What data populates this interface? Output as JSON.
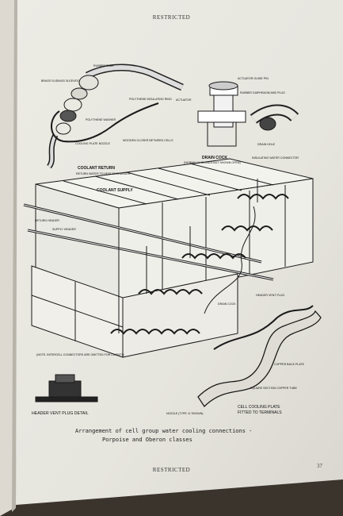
{
  "page": {
    "header": "RESTRICTED",
    "footer": "RESTRICTED",
    "page_number": "37",
    "caption_line1": "Arrangement of cell group water cooling connections -",
    "caption_line2": "Porpoise and Oberon classes"
  },
  "diagram": {
    "labels": {
      "rubber_tube": "RUBBER TUBE",
      "brass_slidings": "BRASS SLIDINGS SLEEVES",
      "polythene_ring": "POLYTHENE INSULATING RING",
      "polythene_washer": "POLYTHENE WASHER",
      "cooling_plate_nozzle": "COOLING PLATE NOZZLE",
      "actuator": "ACTUATOR",
      "actuator_guide_pin": "ACTUATOR GUIDE PIN",
      "rubber_diaphragm": "RUBBER DIAPHRAGM AND PLUG",
      "wooden_closer": "WOODEN CLOSER BETWEEN CELLS",
      "drain_hole": "DRAIN HOLE",
      "drain_cock": "DRAIN COCK",
      "drain_cock_note": "(NORMALLY CLOSED BUT SHOWN OPEN)",
      "insulating_connector": "INSULATING WATER CONNECTOR",
      "coolant_return": "COOLANT RETURN",
      "coolant_return_note": "RETURN WATER TO HEAT EXCHANGER",
      "coolant_supply": "COOLANT SUPPLY",
      "return_header": "RETURN HEADER",
      "supply_header": "SUPPLY HEADER",
      "drain_cock_2": "DRAIN COCK",
      "header_vent_plug": "HEADER VENT PLUG",
      "note": "(NOTE: INTERCELL CONNECTORS ARE OMITTED FOR CLARITY)",
      "copper_back_plate": "COPPER BACK PLATE",
      "copper_tube": "SQUARE SECTION COPPER TUBE",
      "header_vent_plug_detail": "HEADER VENT PLUG DETAIL",
      "nozzle": "NOZZLE (TYPE 'A' SHOWN)",
      "cell_cooling_plate": "CELL COOLING PLATE",
      "fitted_to_terminals": "FITTED TO TERMINALS"
    }
  }
}
